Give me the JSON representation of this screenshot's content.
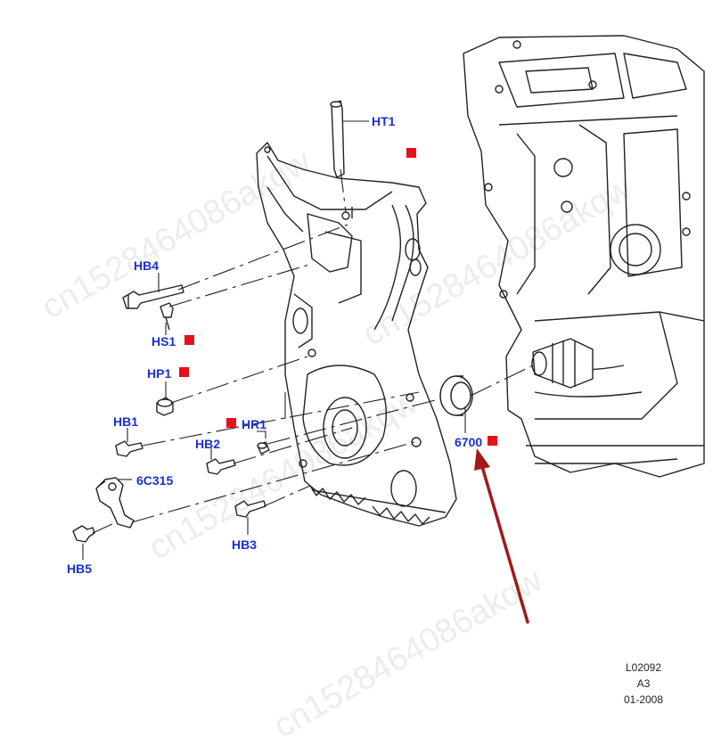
{
  "colors": {
    "callout": "#1a2ed6",
    "marker": "#e8101a",
    "arrow": "#a01a1a",
    "line": "#222222"
  },
  "callouts": {
    "ht1": "HT1",
    "hb4": "HB4",
    "hs1": "HS1",
    "hp1": "HP1",
    "hb1": "HB1",
    "hr1": "HR1",
    "hb2": "HB2",
    "c6c315": "6C315",
    "hb3": "HB3",
    "hb5": "HB5",
    "p6700": "6700"
  },
  "reference": {
    "code": "L02092",
    "sheet": "A3",
    "date": "01-2008"
  },
  "watermark": {
    "text": "cn1528464086akqw"
  },
  "icons": {
    "marker": "red-square-icon",
    "pointer": "red-arrow-icon"
  }
}
